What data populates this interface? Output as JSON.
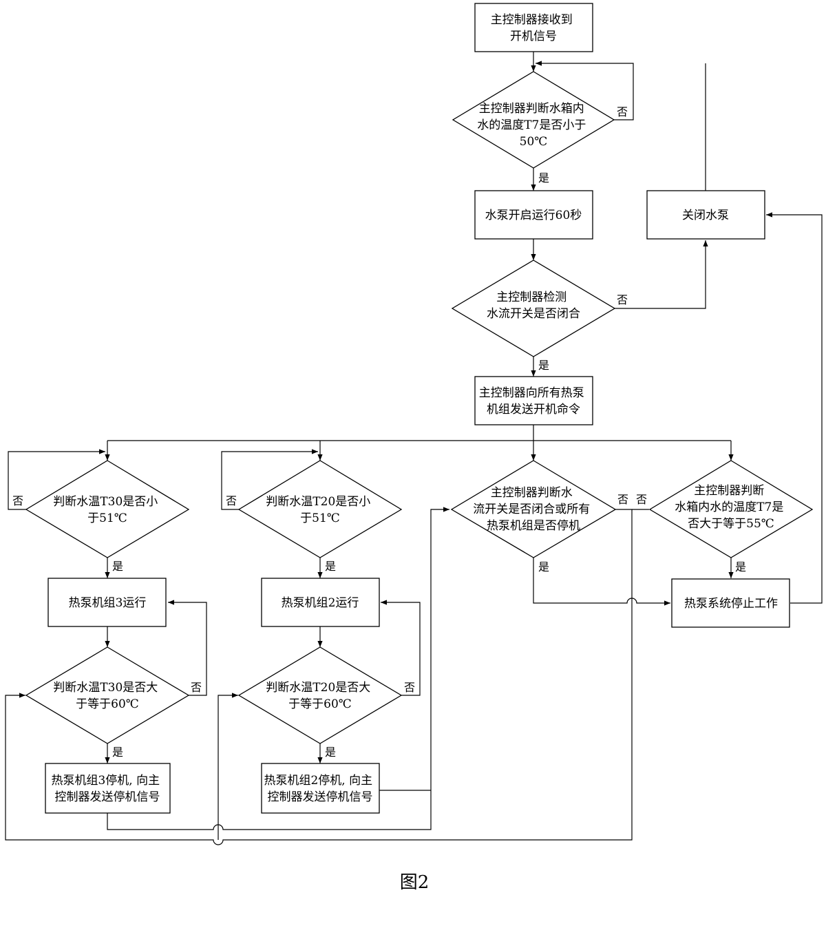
{
  "diagram": {
    "caption": "图2",
    "nodes": {
      "start": {
        "lines": [
          "主控制器接收到",
          "开机信号"
        ]
      },
      "d_t7_lt50": {
        "lines": [
          "主控制器判断水箱内",
          "水的温度T7是否小于",
          "50℃"
        ]
      },
      "pump_on": {
        "lines": [
          "水泵开启运行60秒"
        ]
      },
      "pump_off": {
        "lines": [
          "关闭水泵"
        ]
      },
      "d_flow": {
        "lines": [
          "主控制器检测",
          "水流开关是否闭合"
        ]
      },
      "send_on": {
        "lines": [
          "主控制器向所有热泵",
          "机组发送开机命令"
        ]
      },
      "d_t30_lt51": {
        "lines": [
          "判断水温T30是否小",
          "于51℃"
        ]
      },
      "d_t20_lt51": {
        "lines": [
          "判断水温T20是否小",
          "于51℃"
        ]
      },
      "d_flow_all": {
        "lines": [
          "主控制器判断水",
          "流开关是否闭合或所有",
          "热泵机组是否停机"
        ]
      },
      "d_t7_ge55": {
        "lines": [
          "主控制器判断",
          "水箱内水的温度T7是",
          "否大于等于55℃"
        ]
      },
      "hp3_run": {
        "lines": [
          "热泵机组3运行"
        ]
      },
      "hp2_run": {
        "lines": [
          "热泵机组2运行"
        ]
      },
      "sys_stop": {
        "lines": [
          "热泵系统停止工作"
        ]
      },
      "d_t30_ge60": {
        "lines": [
          "判断水温T30是否大",
          "于等于60℃"
        ]
      },
      "d_t20_ge60": {
        "lines": [
          "判断水温T20是否大",
          "于等于60℃"
        ]
      },
      "hp3_stop": {
        "lines": [
          "热泵机组3停机, 向主",
          "控制器发送停机信号"
        ]
      },
      "hp2_stop": {
        "lines": [
          "热泵机组2停机, 向主",
          "控制器发送停机信号"
        ]
      }
    },
    "edge_labels": {
      "t7_lt50_no": "否",
      "t7_lt50_yes": "是",
      "flow_no": "否",
      "flow_yes": "是",
      "t30_lt51_no": "否",
      "t30_lt51_yes": "是",
      "t20_lt51_no": "否",
      "t20_lt51_yes": "是",
      "flow_all_no": "否",
      "flow_all_yes": "是",
      "t7_ge55_no": "否",
      "t7_ge55_yes": "是",
      "t30_ge60_no": "否",
      "t30_ge60_yes": "是",
      "t20_ge60_no": "否",
      "t20_ge60_yes": "是"
    }
  }
}
